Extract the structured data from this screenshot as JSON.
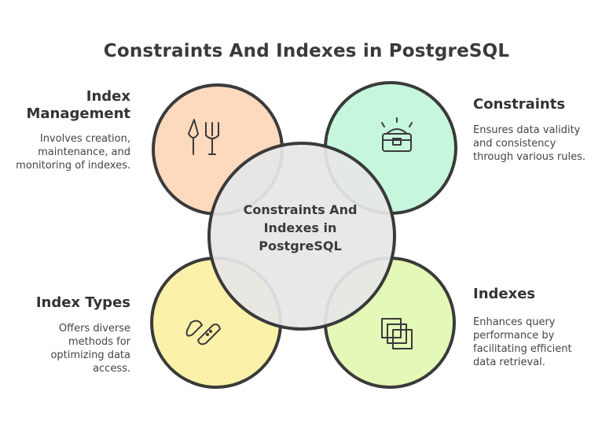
{
  "title": "Constraints And Indexes in PostgreSQL",
  "center": {
    "label": "Constraints And Indexes in PostgreSQL"
  },
  "nodes": [
    {
      "id": "index-management",
      "title": "Index Management",
      "description": "Involves creation, maintenance, and monitoring of indexes.",
      "color": "#fdd9be",
      "icon": "garden-tools-icon"
    },
    {
      "id": "constraints",
      "title": "Constraints",
      "description": "Ensures data validity and consistency through various rules.",
      "color": "#c6f7dd",
      "icon": "treasure-chest-icon"
    },
    {
      "id": "index-types",
      "title": "Index Types",
      "description": "Offers diverse methods for optimizing data access.",
      "color": "#fbf1a8",
      "icon": "wrench-bandage-icon"
    },
    {
      "id": "indexes",
      "title": "Indexes",
      "description": "Enhances query performance by facilitating efficient data retrieval.",
      "color": "#e4f8b7",
      "icon": "layered-squares-icon"
    }
  ],
  "colors": {
    "center": "#e6e6e6",
    "stroke": "#3a3a3a"
  }
}
